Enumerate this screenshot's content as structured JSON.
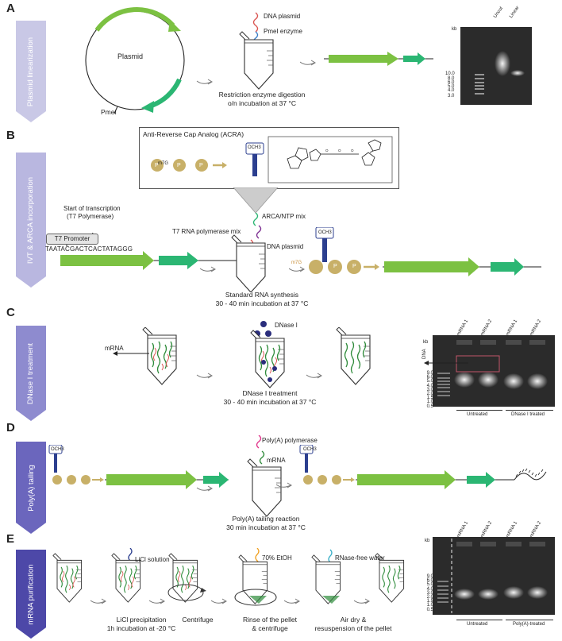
{
  "colors": {
    "tab_a": "#c9c8e6",
    "tab_b": "#b9b7e0",
    "tab_c": "#8e8bcf",
    "tab_d": "#6b66bd",
    "tab_e": "#4d48a8",
    "gene_green": "#7cc142",
    "gene_teal": "#2bb673",
    "cap_gold": "#c8b068",
    "mrna_green": "#2e8b3a",
    "dna_red": "#d9534f",
    "dnase_navy": "#2a2d7c",
    "och3_blue": "#2c3f8f"
  },
  "panels": {
    "a": {
      "letter": "A",
      "tab": "Plasmid linearization",
      "plasmid": "Plasmid",
      "site": "PmeI",
      "tube_labels": [
        "DNA plasmid",
        "PmeI enzyme"
      ],
      "caption": [
        "Restriction enzyme digestion",
        "o/n incubation at 37 °C"
      ],
      "gel": {
        "kb": "kb",
        "lanes": [
          "Uncut",
          "Linear"
        ],
        "ladder": [
          "10.0",
          "8.0",
          "6.0",
          "5.0",
          "4.0",
          "3.0"
        ]
      }
    },
    "b": {
      "letter": "B",
      "tab": "IVT & ARCA incorporation",
      "box_title": "Anti-Reverse Cap Analog (ACRA)",
      "och3": "OCH3",
      "p": "P",
      "m7g": "m7G",
      "start": [
        "Start of transcription",
        "(T7 Polymerase)"
      ],
      "promoter": "T7 Promoter",
      "sequence": "TAATACGACTCACTATAGGG",
      "tube_labels": [
        "ARCA/NTP mix",
        "T7 RNA polymerase mix",
        "DNA plasmid"
      ],
      "caption": [
        "Standard RNA synthesis",
        "30 - 40 min incubation at 37 °C"
      ]
    },
    "c": {
      "letter": "C",
      "tab": "DNase I treatment",
      "mrna": "mRNA",
      "dnase": "DNase I",
      "caption": [
        "DNase I treatment",
        "30 - 40 min incubation at 37 °C"
      ],
      "gel": {
        "kb": "kb",
        "dna": "DNA",
        "lanes": [
          "mRNA 1",
          "mRNA 2",
          "mRNA 1",
          "mRNA 2"
        ],
        "ladder": [
          "9.0",
          "6.0",
          "5.0",
          "4.0",
          "3.0",
          "2.0",
          "1.5",
          "1.0",
          "0.5"
        ],
        "groups": [
          "Untreated",
          "DNase I treated"
        ]
      }
    },
    "d": {
      "letter": "D",
      "tab": "Poly(A) tailing",
      "tube_labels": [
        "Poly(A) polymerase",
        "mRNA"
      ],
      "caption": [
        "Poly(A) tailing reaction",
        "30 min incubation at 37 °C"
      ]
    },
    "e": {
      "letter": "E",
      "tab": "mRNA purification",
      "steps": [
        {
          "label": "LiCl solution",
          "caption": [
            "LiCl precipitation",
            "1h incubation at -20 °C"
          ]
        },
        {
          "label": "",
          "caption": [
            "Centrifuge"
          ]
        },
        {
          "label": "70% EtOH",
          "caption": [
            "Rinse of the pellet",
            "& centrifuge"
          ]
        },
        {
          "label": "RNase-free water",
          "caption": [
            "Air dry &",
            "resuspension of the pellet"
          ]
        }
      ],
      "gel": {
        "kb": "kb",
        "lanes": [
          "mRNA 1",
          "mRNA 2",
          "mRNA 1",
          "mRNA 2"
        ],
        "ladder": [
          "9.0",
          "6.0",
          "5.0",
          "4.0",
          "3.0",
          "2.0",
          "1.5",
          "1.0",
          "0.5"
        ],
        "groups": [
          "Untreated",
          "Poly(A)-treated"
        ]
      }
    }
  }
}
